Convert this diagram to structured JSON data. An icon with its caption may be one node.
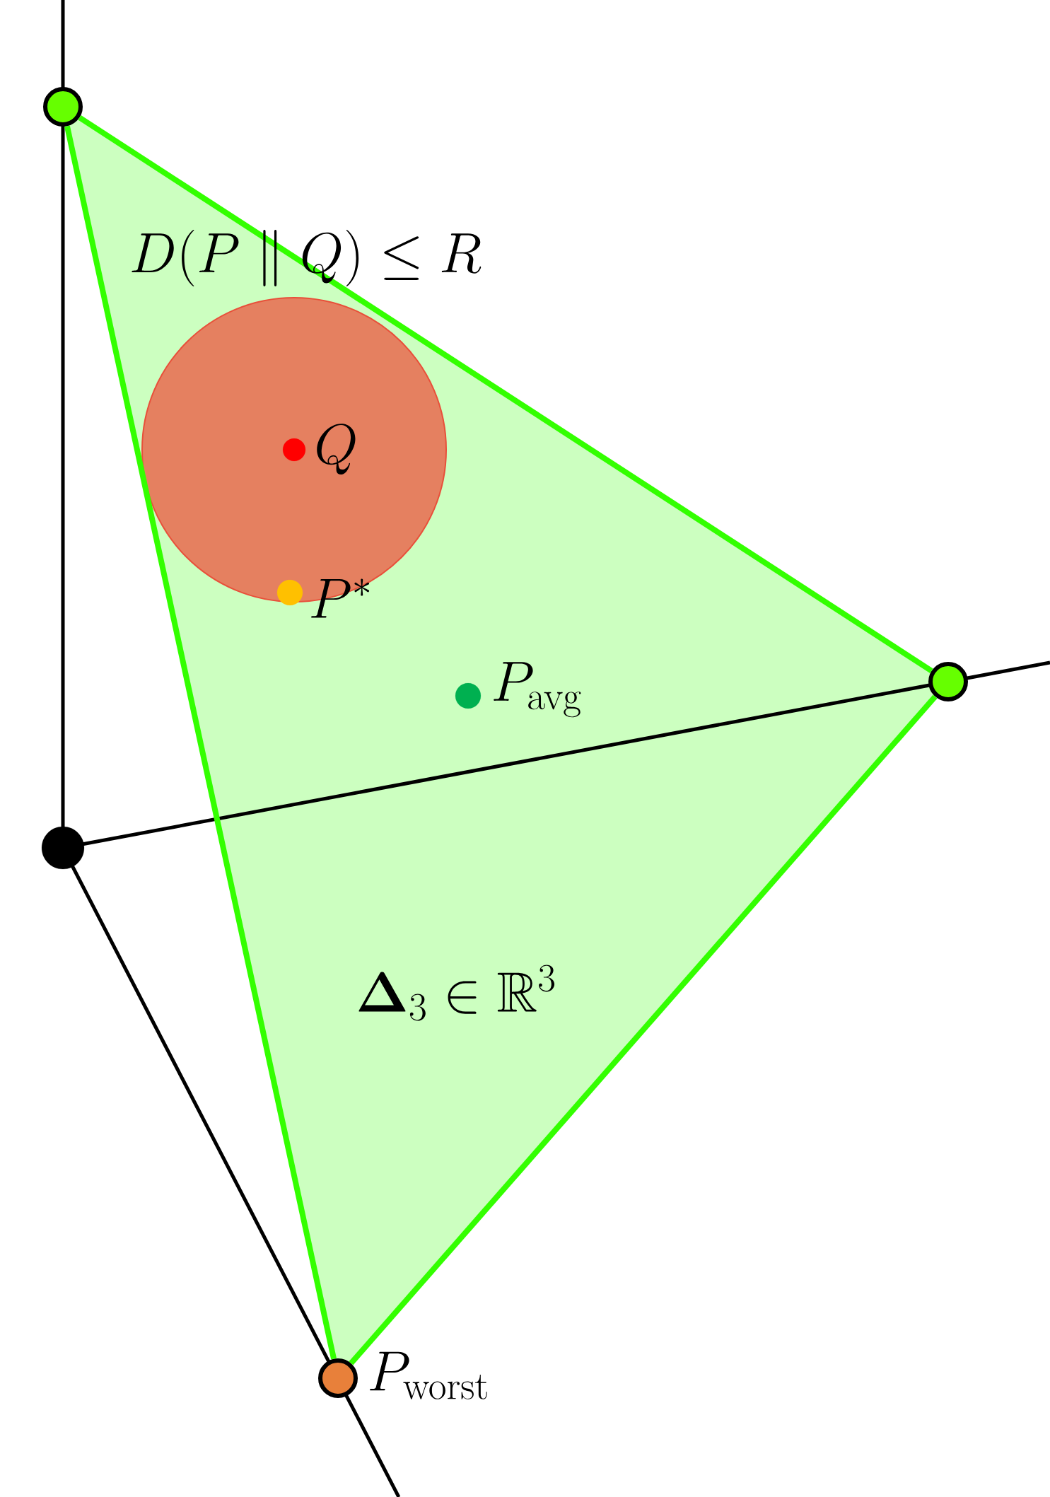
{
  "diagram": {
    "nodes": [
      {
        "text": [],
        "shape": "circle"
      },
      {
        "text": [],
        "shape": "circle",
        "beside": [
          "D(P \\parallel Q) \\leq R"
        ]
      },
      {
        "text": [],
        "shape": "circle",
        "in": 1,
        "beside": [
          "Q"
        ]
      },
      {
        "text": [],
        "shape": "circle",
        "beside": [
          "P^*"
        ]
      },
      {
        "text": [],
        "shape": "circle"
      },
      {
        "text": [],
        "shape": "circle",
        "beside": [
          "P_{\\mathrm{avg}}"
        ]
      },
      {
        "text": [],
        "shape": "circle"
      },
      {
        "text": [],
        "shape": "circle",
        "beside": [
          "P_{\\mathrm{worst}}"
        ]
      }
    ],
    "edges": [
      {
        "from": 0,
        "to": 4,
        "arrow": "none"
      },
      {
        "from": 4,
        "to": 7,
        "arrow": "none"
      },
      {
        "from": 7,
        "to": 0,
        "arrow": "none"
      }
    ],
    "labels": [
      "\\boldsymbol{\\Delta}_3 \\in \\mathbb{R}^3"
    ]
  }
}
